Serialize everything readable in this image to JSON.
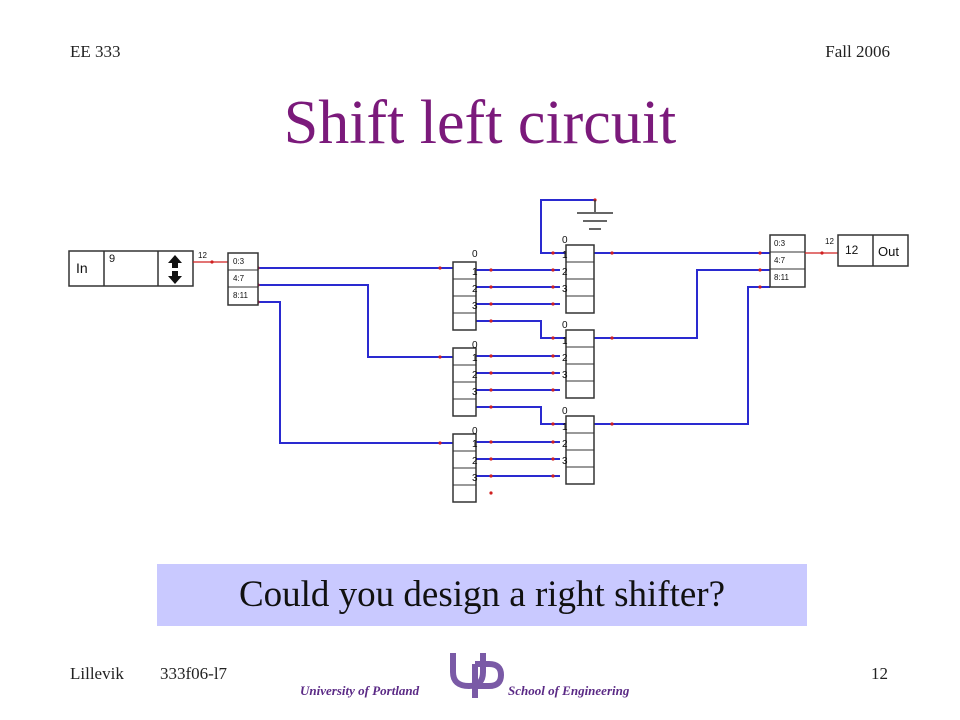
{
  "header": {
    "course": "EE 333",
    "term": "Fall 2006"
  },
  "title": "Shift left circuit",
  "diagram": {
    "input_label": "In",
    "input_value": "9",
    "input_width": "12",
    "output_label": "Out",
    "output_value": "12",
    "output_width": "12",
    "split_labels": [
      "0:3",
      "4:7",
      "8:11"
    ],
    "mux_labels": [
      "0",
      "1",
      "2",
      "3"
    ],
    "zero_label": "0"
  },
  "question": "Could you design a right shifter?",
  "footer": {
    "author": "Lillevik",
    "code": "333f06-l7",
    "page": "12",
    "university": "University of Portland",
    "school": "School of Engineering"
  },
  "colors": {
    "title": "#7b1a7b",
    "wire": "#2a2ad0",
    "question_bg": "#c9c9ff",
    "brand": "#5b2a86"
  }
}
